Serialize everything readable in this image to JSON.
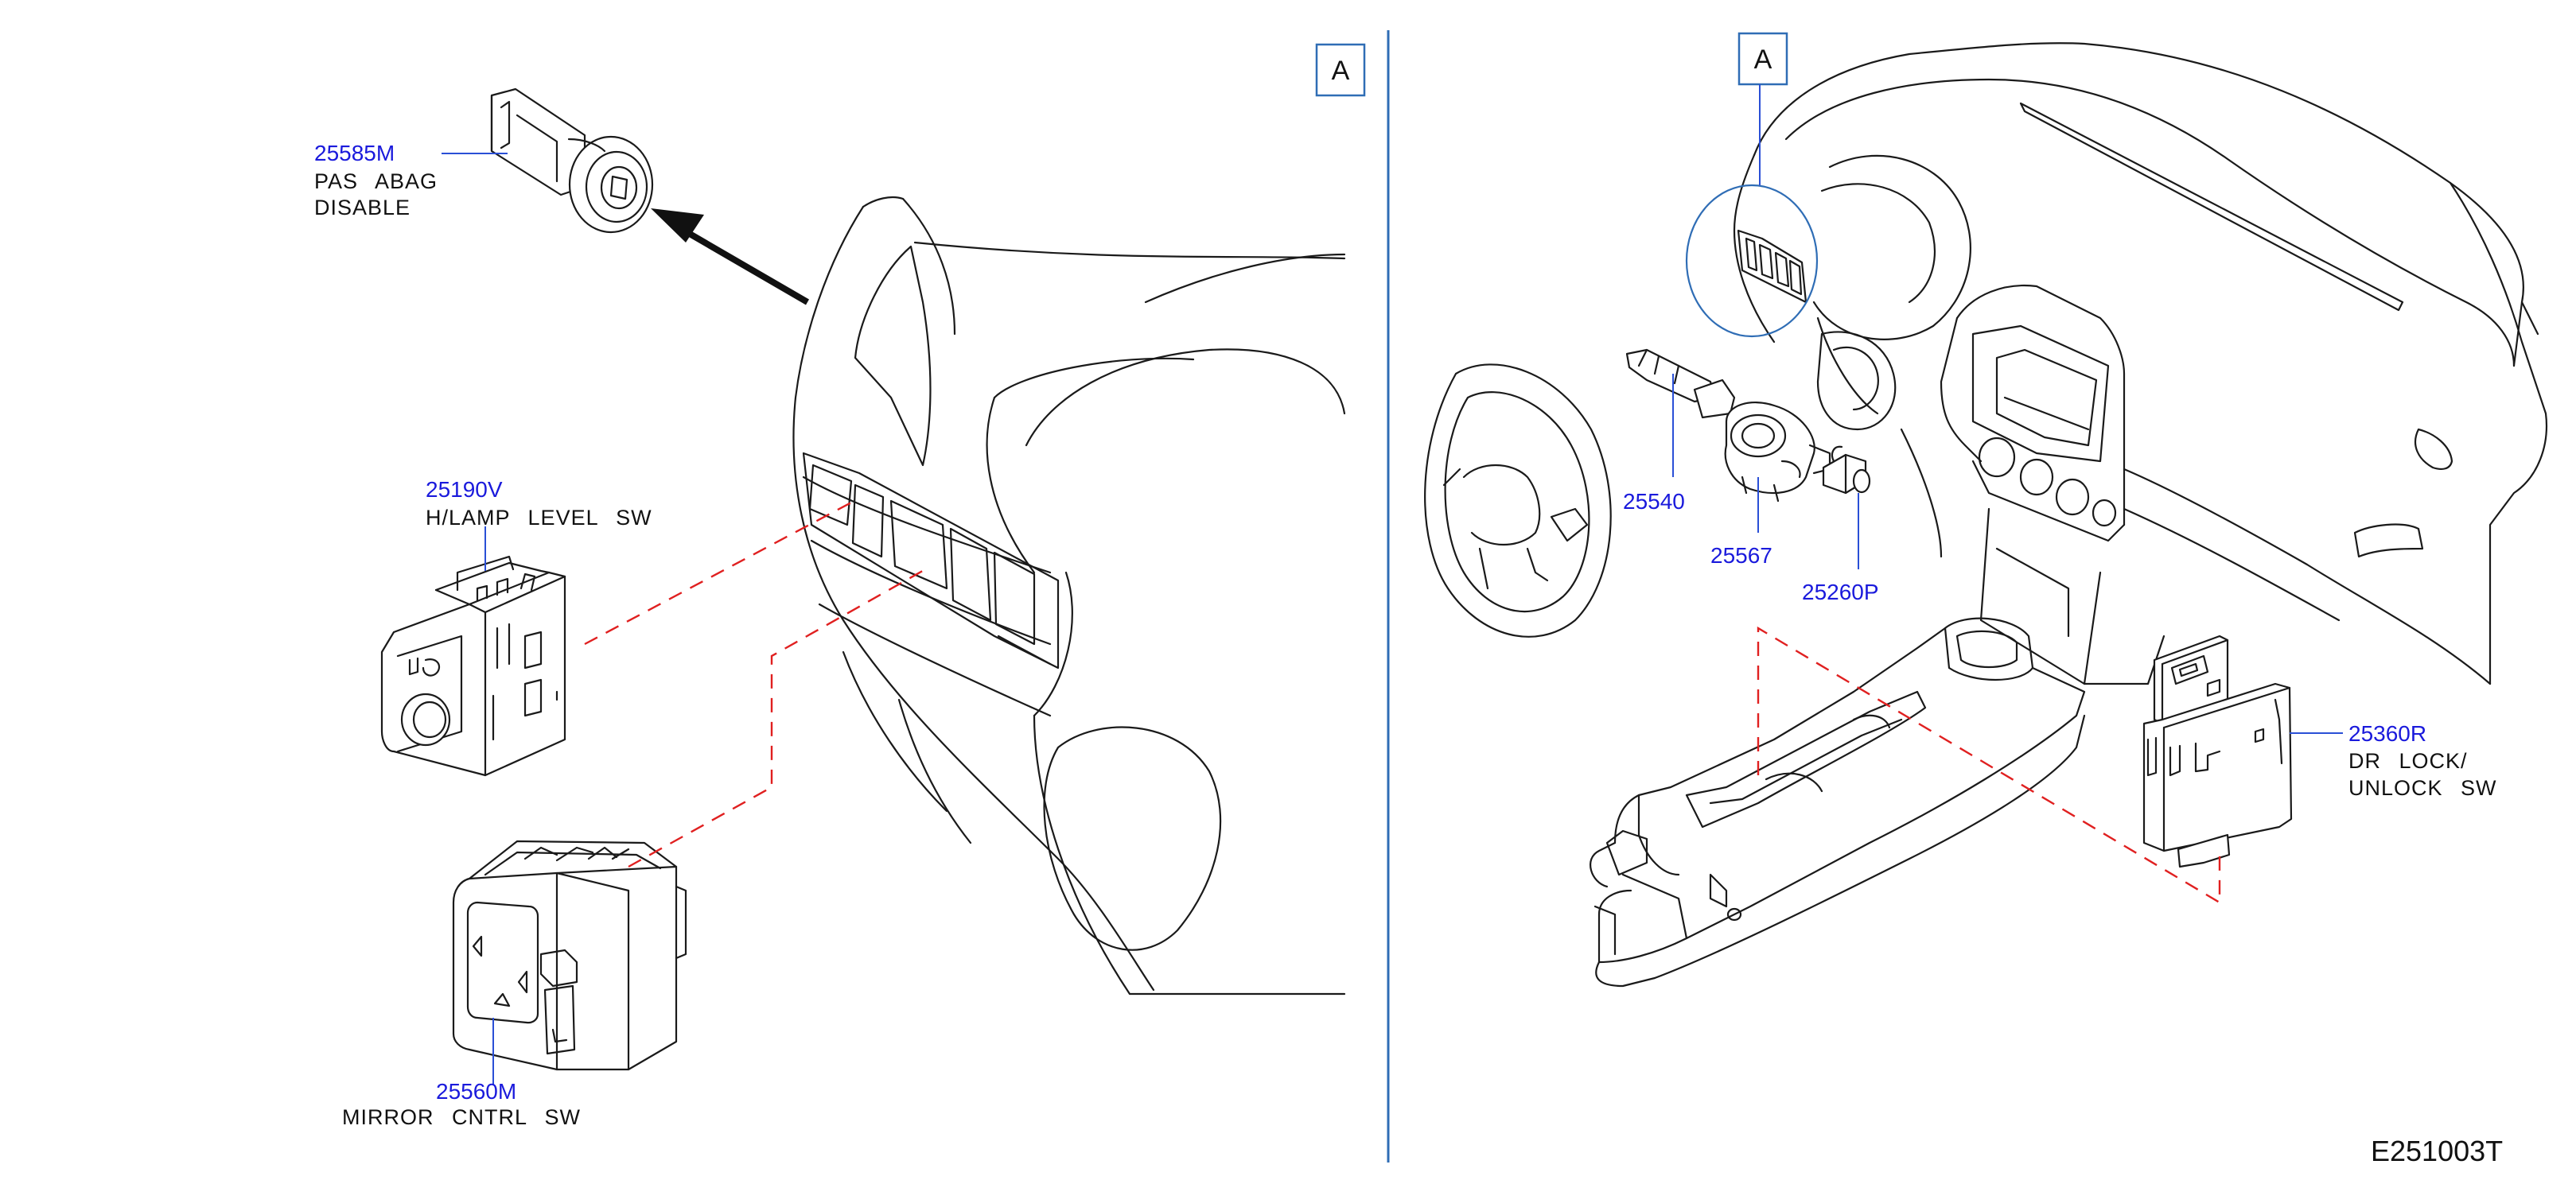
{
  "diagram_code": "E251003T",
  "view_label": "A",
  "callouts": [
    {
      "part": "25585M",
      "lines": [
        "PAS ABAG",
        "DISABLE"
      ]
    },
    {
      "part": "25190V",
      "lines": [
        "H/LAMP LEVEL SW"
      ]
    },
    {
      "part": "25560M",
      "lines": [
        "MIRROR CNTRL SW"
      ]
    },
    {
      "part": "25540",
      "lines": []
    },
    {
      "part": "25567",
      "lines": []
    },
    {
      "part": "25260P",
      "lines": []
    },
    {
      "part": "25360R",
      "lines": [
        "DR LOCK/",
        "UNLOCK SW"
      ]
    }
  ],
  "colors": {
    "part_number": "#1a1adc",
    "leader": "#2a4fd6",
    "dashed_link": "#e02020",
    "frame": "#2f6db5",
    "line_art": "#1a1a1a"
  }
}
